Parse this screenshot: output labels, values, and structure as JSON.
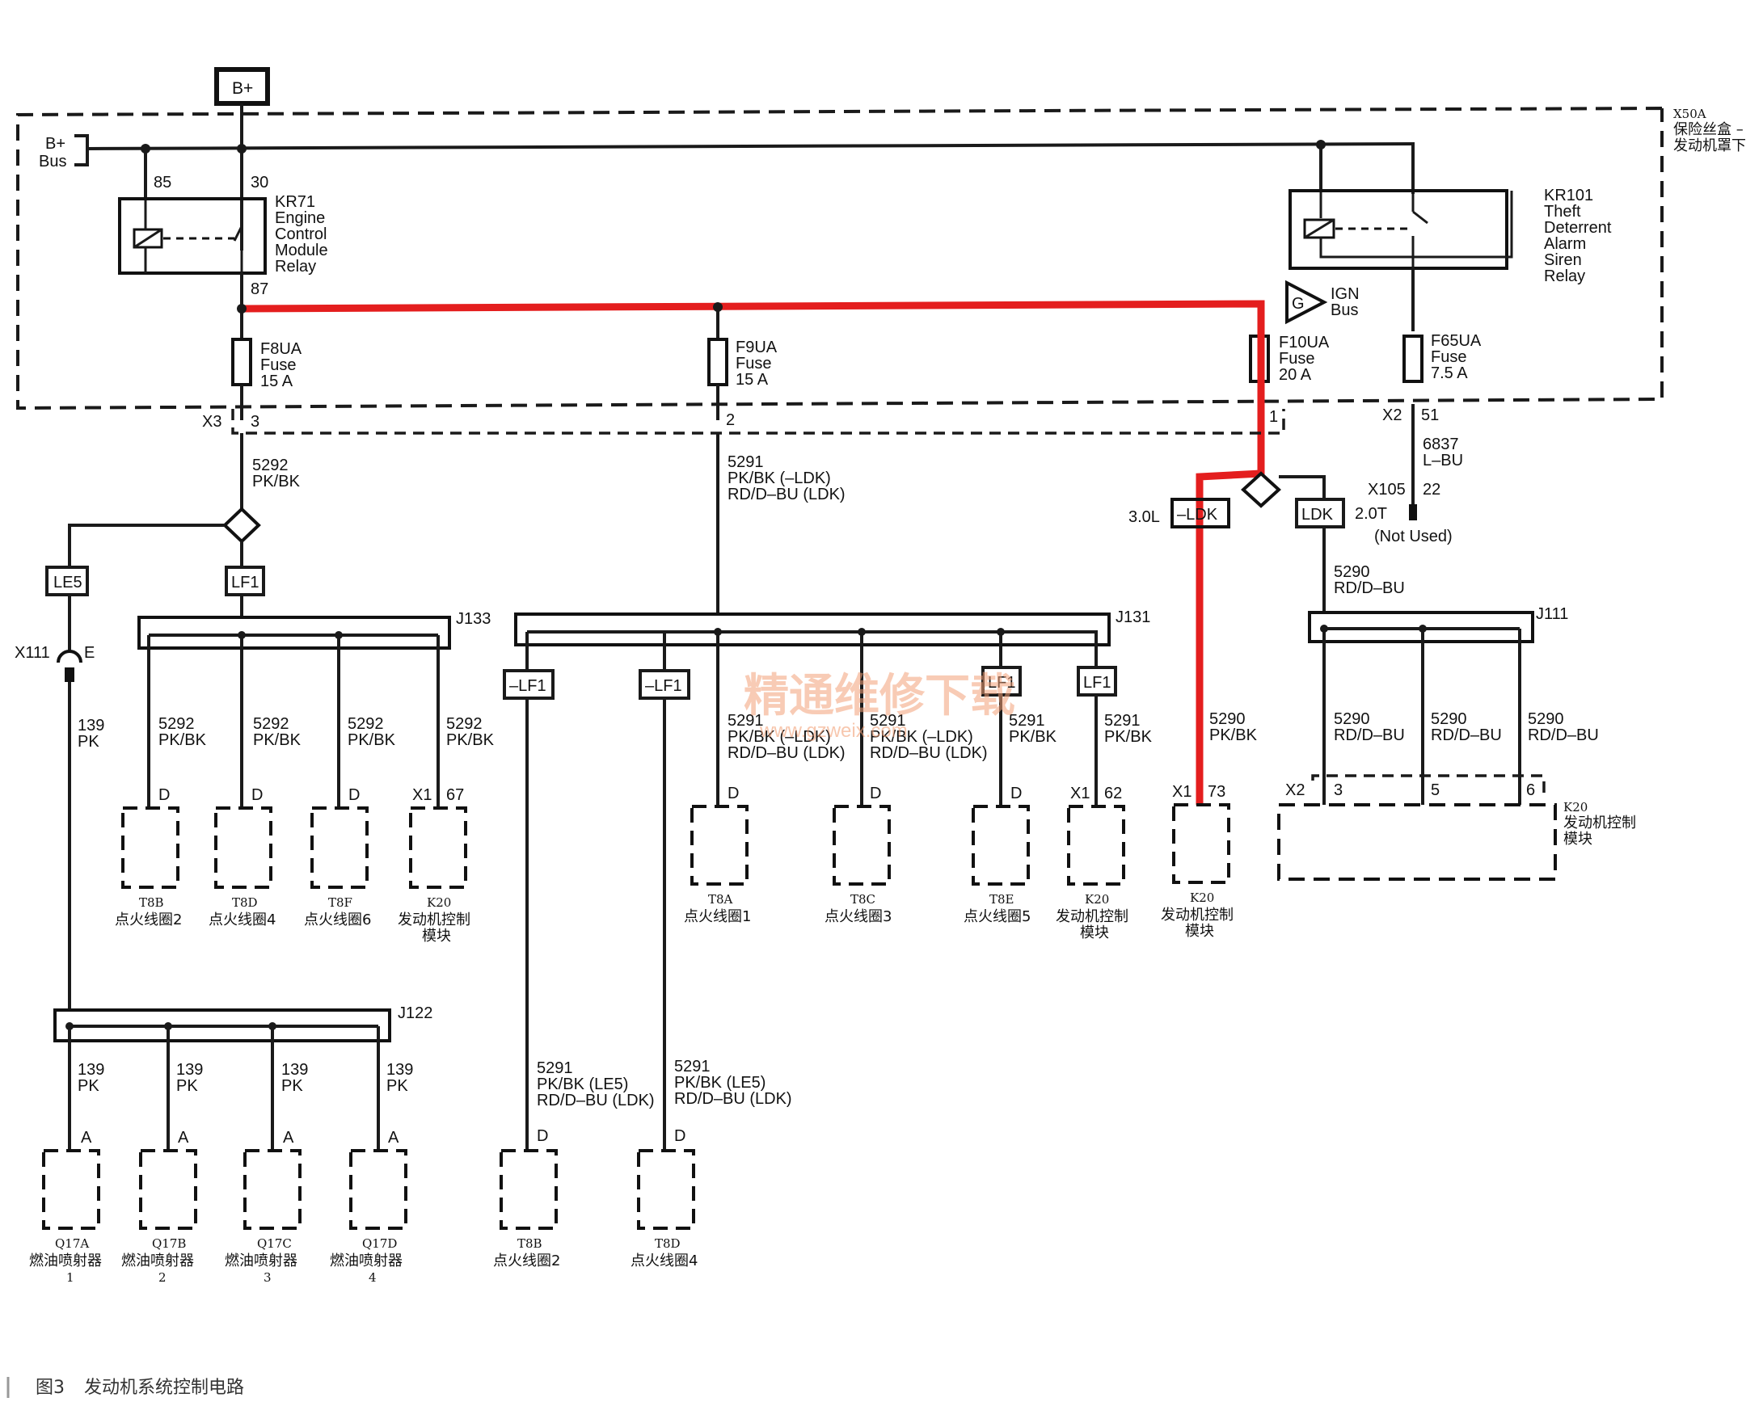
{
  "source": {
    "label": "B+"
  },
  "fuse_block": {
    "id": "X50A",
    "name_line1": "保险丝盒 –",
    "name_line2": "发动机罩下",
    "bus_label_top": "B+",
    "bus_label_bottom": "Bus"
  },
  "relay_kr71": {
    "id": "KR71",
    "line1": "Engine",
    "line2": "Control",
    "line3": "Module",
    "line4": "Relay",
    "pin85": "85",
    "pin30": "30",
    "pin87": "87"
  },
  "relay_kr101": {
    "id": "KR101",
    "line1": "Theft",
    "line2": "Deterrent",
    "line3": "Alarm",
    "line4": "Siren",
    "line5": "Relay"
  },
  "ign_bus": {
    "symbol": "G",
    "line1": "IGN",
    "line2": "Bus"
  },
  "fuses": [
    {
      "id": "F8UA",
      "type": "Fuse",
      "rating": "15 A"
    },
    {
      "id": "F9UA",
      "type": "Fuse",
      "rating": "15 A"
    },
    {
      "id": "F10UA",
      "type": "Fuse",
      "rating": "20 A"
    },
    {
      "id": "F65UA",
      "type": "Fuse",
      "rating": "7.5 A"
    }
  ],
  "connectors": {
    "x3": "X3",
    "x3_pin3": "3",
    "x3_pin2": "2",
    "x3_pin1": "1",
    "x2": "X2",
    "x2_pin51": "51",
    "x105": "X105",
    "x105_pin22": "22",
    "x111": "X111",
    "x111_pin": "E"
  },
  "wires": {
    "w5292_num": "5292",
    "w5292_color": "PK/BK",
    "w5291_num": "5291",
    "w5291_c1": "PK/BK (–LDK)",
    "w5291_c2": "RD/D–BU (LDK)",
    "w5291_le5": "PK/BK (LE5)",
    "w6837_num": "6837",
    "w6837_color": "L–BU",
    "w5290_num": "5290",
    "w5290_pk": "PK/BK",
    "w5290_rd": "RD/D–BU",
    "w139_num": "139",
    "w139_color": "PK",
    "not_used": "(Not Used)"
  },
  "options": {
    "le5": "LE5",
    "lf1": "LF1",
    "not_lf1": "–LF1",
    "not_ldk": "–LDK",
    "ldk": "LDK",
    "engine_30": "3.0L",
    "engine_20": "2.0T"
  },
  "splices": {
    "j133": "J133",
    "j131": "J131",
    "j111": "J111",
    "j122": "J122"
  },
  "pins": {
    "d": "D",
    "a": "A",
    "x1": "X1",
    "x2": "X2",
    "p67": "67",
    "p62": "62",
    "p73": "73",
    "p3": "3",
    "p5": "5",
    "p6": "6"
  },
  "components": {
    "t8b": "T8B",
    "t8d": "T8D",
    "t8f": "T8F",
    "t8a": "T8A",
    "t8c": "T8C",
    "t8e": "T8E",
    "k20": "K20",
    "coil2": "点火线圈2",
    "coil4": "点火线圈4",
    "coil6": "点火线圈6",
    "coil1": "点火线圈1",
    "coil3": "点火线圈3",
    "coil5": "点火线圈5",
    "ecm_line1": "发动机控制",
    "ecm_line2": "模块",
    "q17a": "Q17A",
    "q17b": "Q17B",
    "q17c": "Q17C",
    "q17d": "Q17D",
    "injector": "燃油喷射器",
    "n1": "1",
    "n2": "2",
    "n3": "3",
    "n4": "4"
  },
  "watermark": {
    "cn": "精通维修下载",
    "url": "www.gzweix.com"
  },
  "caption": {
    "fig": "图3",
    "text": "发动机系统控制电路"
  },
  "colors": {
    "highlight": "#e41e1e",
    "line": "#1a1a1a",
    "watermark": "#f3a27a"
  }
}
